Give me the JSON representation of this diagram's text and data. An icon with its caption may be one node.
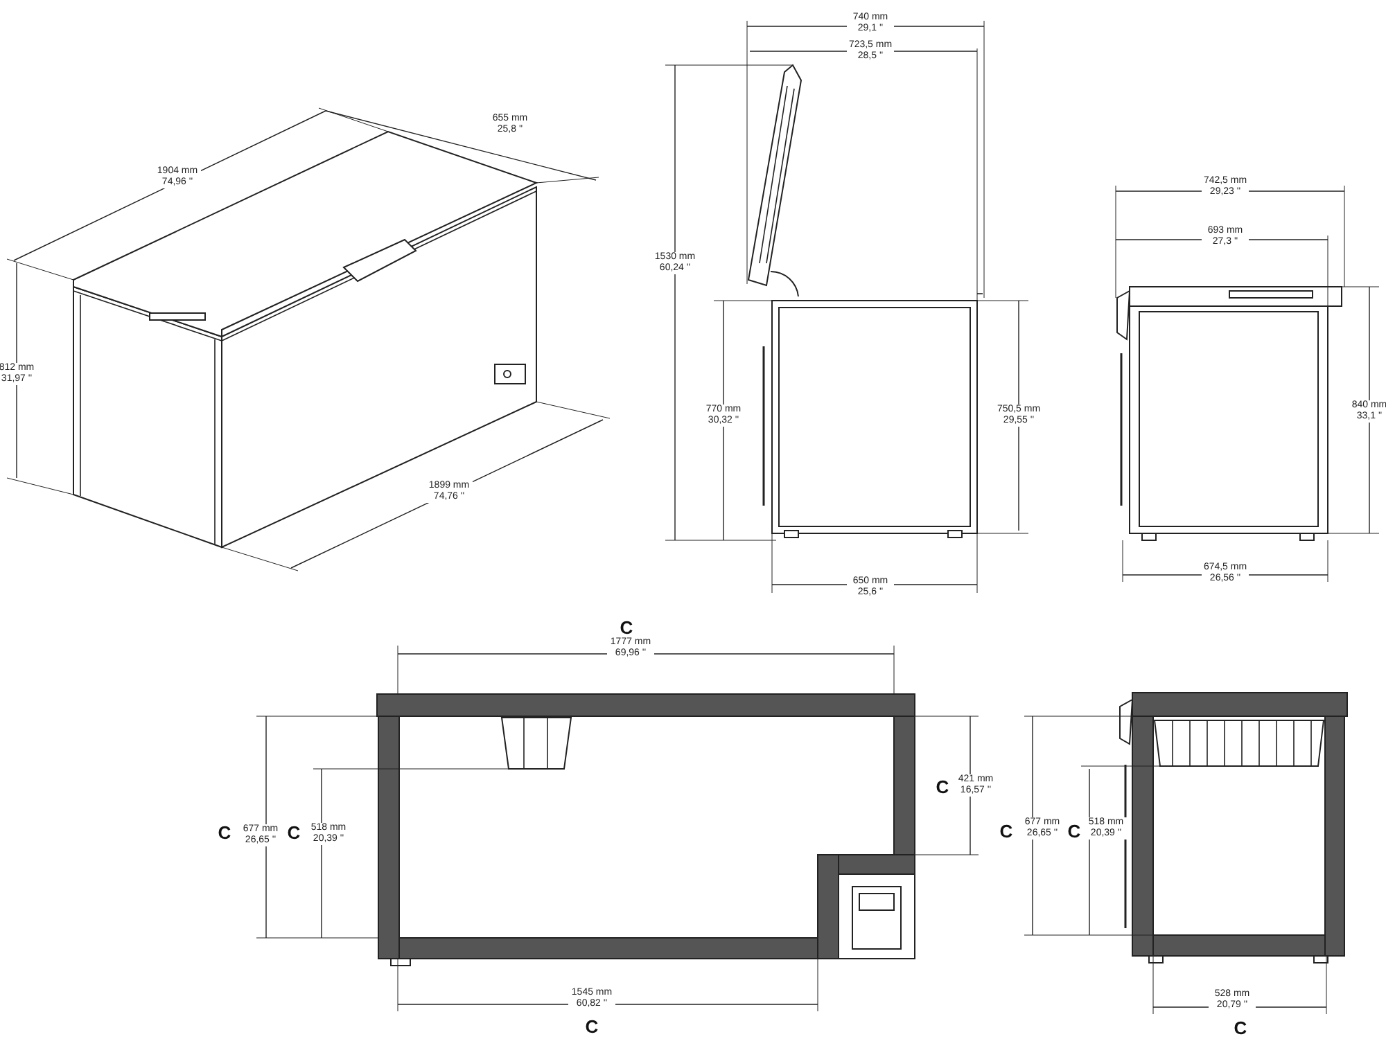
{
  "diagram": {
    "labels": [
      "1904 mm 74,96 ''",
      "655 mm 25,8 ''",
      "812 mm 31,97 ''",
      "1899 mm 74,76 ''",
      "740 mm 29,1 ''",
      "723,5 mm 28,5 ''",
      "1530 mm 60,24 ''",
      "770 mm 30,32 ''",
      "750,5 mm 29,55 ''",
      "650 mm 25,6 ''",
      "742,5 mm 29,23 ''",
      "693 mm 27,3 ''",
      "840 mm 33,1 ''",
      "674,5 mm 26,56 ''",
      "C",
      "1777 mm 69,96 ''",
      "C",
      "677 mm 26,65 ''",
      "C",
      "518 mm 20,39 ''",
      "C",
      "421 mm 16,57 ''",
      "1545 mm 60,82 ''",
      "C",
      "C",
      "677 mm 26,65 ''",
      "C",
      "518 mm 20,39 ''",
      "528 mm 20,79 ''",
      "C"
    ]
  }
}
